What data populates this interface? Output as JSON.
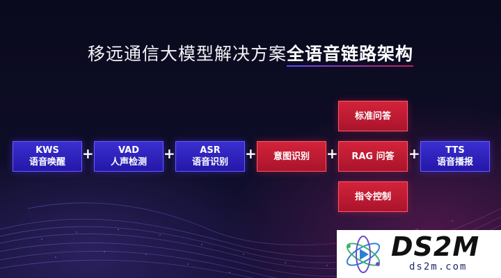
{
  "title": {
    "normal": "移远通信大模型解决方案",
    "highlight": "全语音链路架构"
  },
  "pipeline": [
    {
      "id": "kws",
      "line1": "KWS",
      "line2": "语音唤醒",
      "color": "blue"
    },
    {
      "id": "vad",
      "line1": "VAD",
      "line2": "人声检测",
      "color": "blue"
    },
    {
      "id": "asr",
      "line1": "ASR",
      "line2": "语音识别",
      "color": "blue"
    },
    {
      "id": "intent",
      "line1": "意图识别",
      "line2": "",
      "color": "red"
    },
    {
      "id": "rag",
      "line1": "RAG 问答",
      "line2": "",
      "color": "red"
    },
    {
      "id": "tts",
      "line1": "TTS",
      "line2": "语音播报",
      "color": "blue"
    }
  ],
  "branches": [
    {
      "id": "standard-qa",
      "label": "标准问答",
      "color": "red"
    },
    {
      "id": "command-control",
      "label": "指令控制",
      "color": "red"
    }
  ],
  "plus_symbol": "+",
  "watermark": {
    "brand": "DS2M",
    "domain": "ds2m.com"
  },
  "colors": {
    "blue_box": "#2f22bd",
    "red_box": "#c41c34",
    "background": "#0e0d27"
  }
}
